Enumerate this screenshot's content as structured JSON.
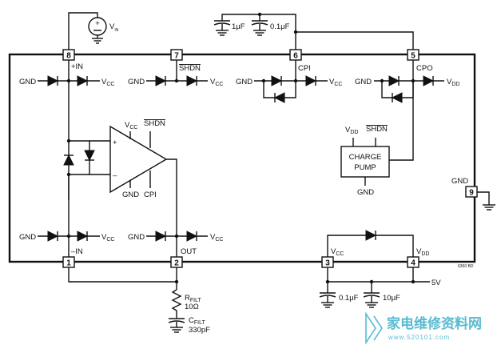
{
  "diagram": {
    "pins": {
      "p1": "1",
      "p2": "2",
      "p3": "3",
      "p4": "4",
      "p5": "5",
      "p6": "6",
      "p7": "7",
      "p8": "8",
      "p9": "9"
    },
    "labels": {
      "vin": "V",
      "vin_sub": "IN",
      "cap1": "1μF",
      "cap2": "0.1μF",
      "in_plus": "+IN",
      "in_minus": "–IN",
      "shdn": "SHDN",
      "cpi": "CPI",
      "cpo": "CPO",
      "gnd": "GND",
      "vcc_v": "V",
      "vcc_sub": "CC",
      "vdd_v": "V",
      "vdd_sub": "DD",
      "out": "OUT",
      "opamp_plus": "+",
      "opamp_minus": "–",
      "charge": "CHARGE",
      "pump": "PUMP",
      "rfilt": "R",
      "rfilt_sub": "FILT",
      "rfilt_val": "10Ω",
      "cfilt": "C",
      "cfilt_sub": "FILT",
      "cfilt_val": "330pF",
      "cap3": "0.1μF",
      "cap4": "10μF",
      "five_v": "5V",
      "code": "6360 BD"
    },
    "watermark": {
      "text": "家电维修资料网",
      "url": "www.520101.com"
    }
  }
}
